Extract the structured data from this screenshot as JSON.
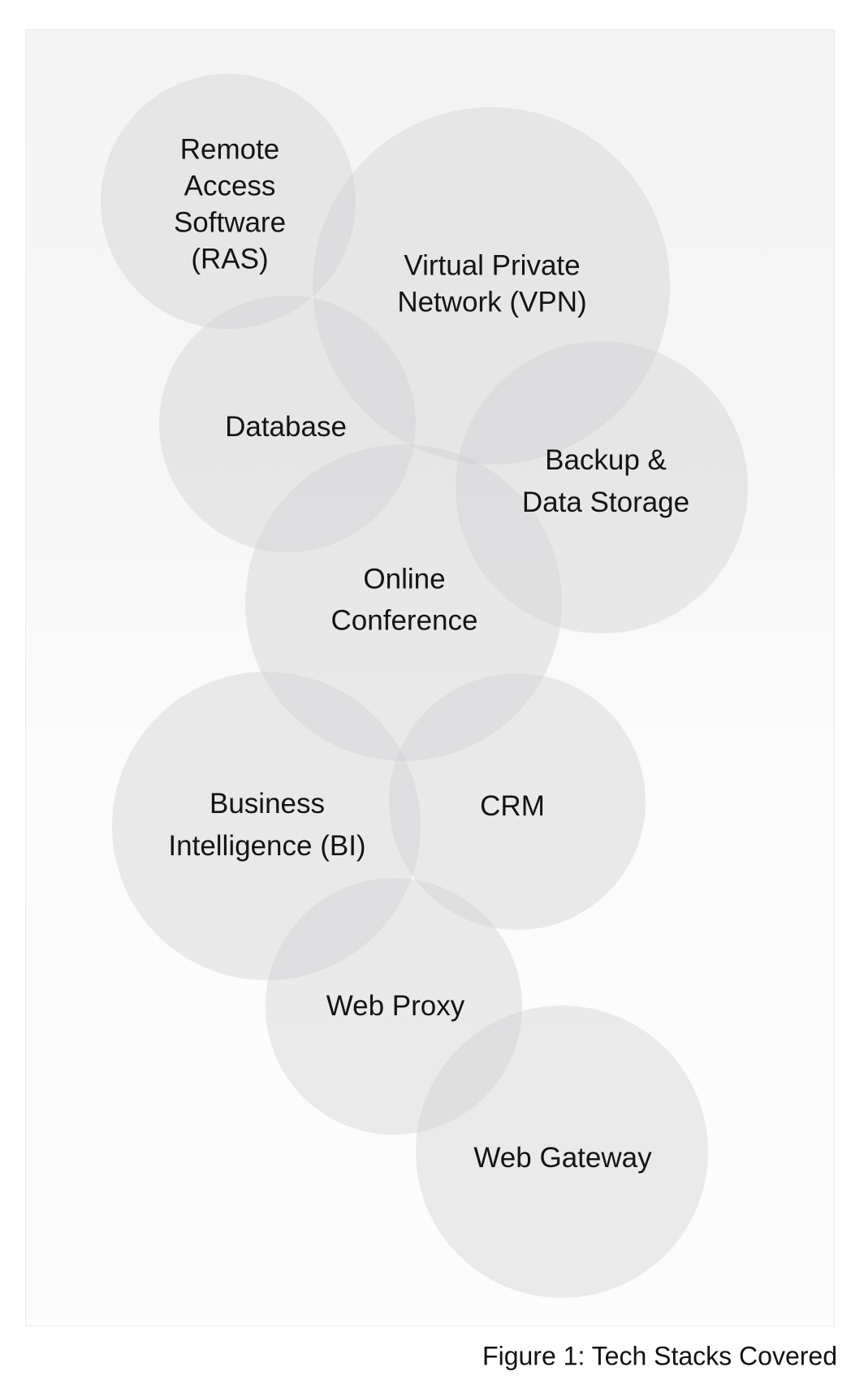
{
  "bubbles": [
    {
      "id": "ras",
      "lines": [
        "Remote",
        "Access",
        "Software",
        "(RAS)"
      ]
    },
    {
      "id": "vpn",
      "lines": [
        "Virtual Private",
        "Network (VPN)"
      ]
    },
    {
      "id": "database",
      "lines": [
        "Database"
      ]
    },
    {
      "id": "backup",
      "lines": [
        "Backup &",
        "Data Storage"
      ]
    },
    {
      "id": "online-conference",
      "lines": [
        "Online",
        "Conference"
      ]
    },
    {
      "id": "bi",
      "lines": [
        "Business",
        "Intelligence (BI)"
      ]
    },
    {
      "id": "crm",
      "lines": [
        "CRM"
      ]
    },
    {
      "id": "web-proxy",
      "lines": [
        "Web Proxy"
      ]
    },
    {
      "id": "web-gateway",
      "lines": [
        "Web Gateway"
      ]
    }
  ],
  "caption": "Figure 1: Tech Stacks Covered"
}
